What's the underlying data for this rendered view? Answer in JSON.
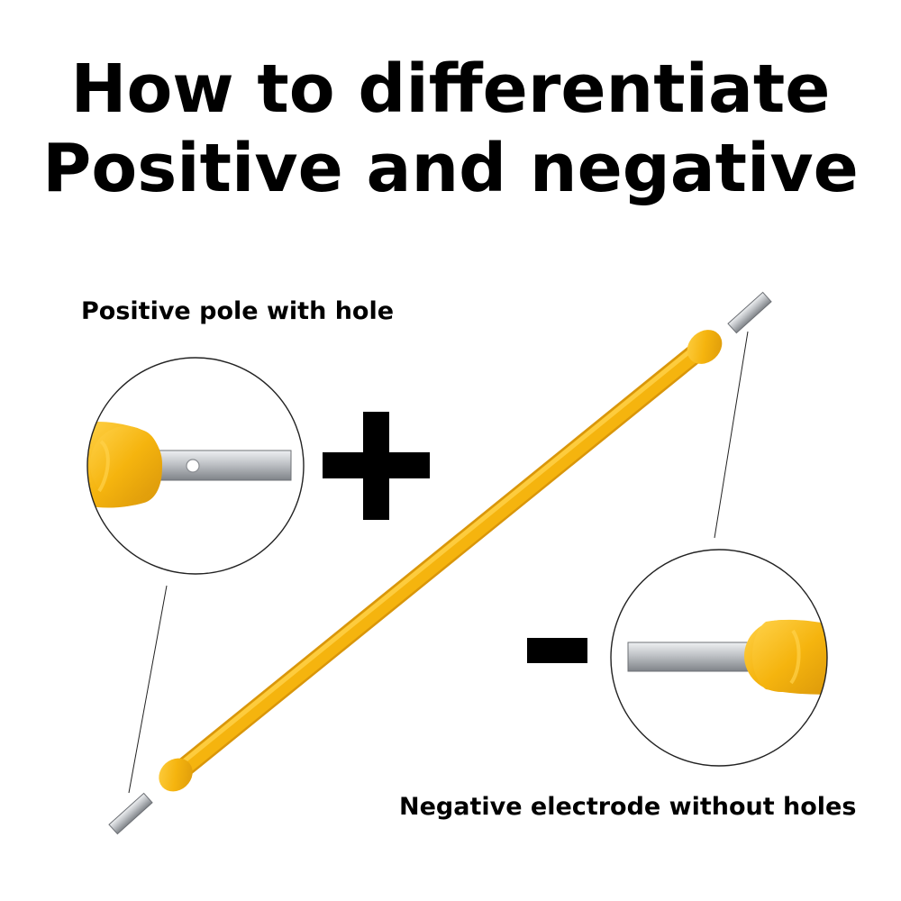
{
  "title": {
    "line1": "How to differentiate",
    "line2": "Positive and negative"
  },
  "labels": {
    "positive": "Positive pole with hole",
    "negative": "Negative electrode without holes"
  },
  "colors": {
    "filament": "#f5b40e",
    "filament_highlight": "#ffd24a",
    "filament_shadow": "#d9960a",
    "metal": "#b9bcc0",
    "metal_light": "#e4e6e9",
    "metal_dark": "#7f8388",
    "sign": "#000000"
  },
  "icons": {
    "positive_sign": "plus-sign-icon",
    "negative_sign": "minus-sign-icon"
  }
}
